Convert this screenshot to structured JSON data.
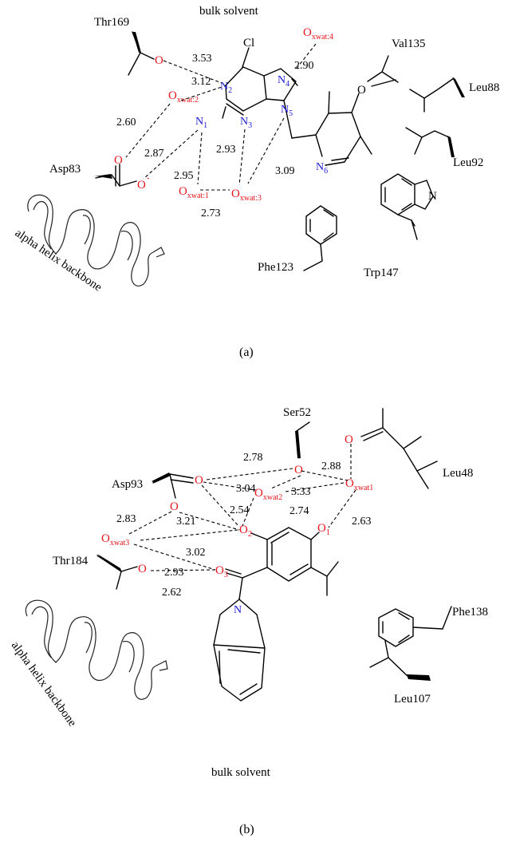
{
  "panel_a": {
    "caption": "(a)",
    "top_label": "bulk solvent",
    "residues": {
      "thr": "Thr169",
      "val": "Val135",
      "leu88": "Leu88",
      "leu92": "Leu92",
      "asp": "Asp83",
      "phe": "Phe123",
      "trp": "Trp147"
    },
    "helix_label": "alpha helix backbone",
    "atoms": {
      "cl": "Cl",
      "n2": "N",
      "n2_sub": "2",
      "n1": "N",
      "n1_sub": "1",
      "n3": "N",
      "n3_sub": "3",
      "n4": "N",
      "n4_sub": "4",
      "n5": "N",
      "n5_sub": "5",
      "n6": "N",
      "n6_sub": "6",
      "trp_n": "N",
      "o_thr": "O",
      "o_ether": "O",
      "asp_o1": "O",
      "asp_o2": "O",
      "asp_minus": "-",
      "w1": "O",
      "w1_sub": "xwat:1",
      "w2": "O",
      "w2_sub": "xwat:2",
      "w3": "O",
      "w3_sub": "xwat:3",
      "w4": "O",
      "w4_sub": "xwat:4"
    },
    "distances": {
      "d1": "3.53",
      "d2": "3.12",
      "d3": "2.90",
      "d4": "2.60",
      "d5": "2.87",
      "d6": "2.93",
      "d7": "2.95",
      "d8": "3.09",
      "d9": "2.73"
    }
  },
  "panel_b": {
    "caption": "(b)",
    "bottom_label": "bulk solvent",
    "residues": {
      "ser": "Ser52",
      "asp": "Asp93",
      "leu48": "Leu48",
      "phe": "Phe138",
      "thr": "Thr184",
      "leu107": "Leu107"
    },
    "helix_label": "alpha helix backbone",
    "atoms": {
      "o_ser": "O",
      "o_leu": "O",
      "asp_o1": "O",
      "asp_o2": "O",
      "o_thr": "O",
      "n": "N",
      "o1": "O",
      "o1_sub": "1",
      "o2": "O",
      "o2_sub": "2",
      "o3": "O",
      "o3_sub": "3",
      "w1": "O",
      "w1_sub": "xwat1",
      "w2": "O",
      "w2_sub": "xwat2",
      "w3": "O",
      "w3_sub": "xwat3"
    },
    "distances": {
      "d1": "2.78",
      "d2": "2.88",
      "d3": "3.04",
      "d4": "3.33",
      "d5": "2.83",
      "d6": "3.21",
      "d7": "2.54",
      "d8": "2.74",
      "d9": "2.63",
      "d10": "3.02",
      "d11": "2.93",
      "d12": "2.62"
    }
  }
}
